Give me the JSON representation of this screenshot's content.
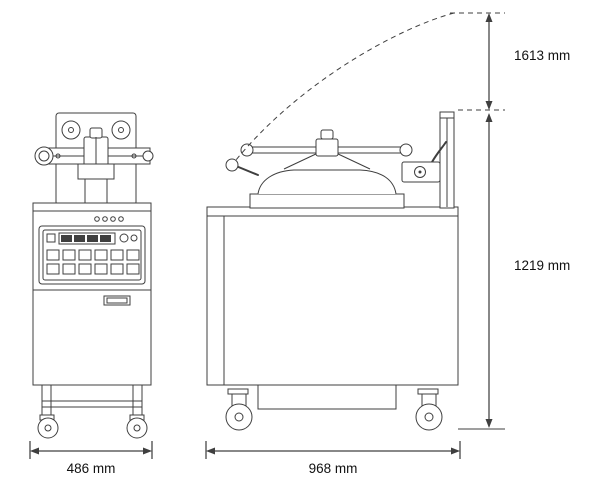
{
  "colors": {
    "line": "#3f3f3f",
    "ink": "#111111",
    "background": "#ffffff"
  },
  "dims": {
    "height_open": "1613 mm",
    "height_closed": "1219 mm",
    "front_width": "486 mm",
    "side_depth": "968 mm"
  }
}
